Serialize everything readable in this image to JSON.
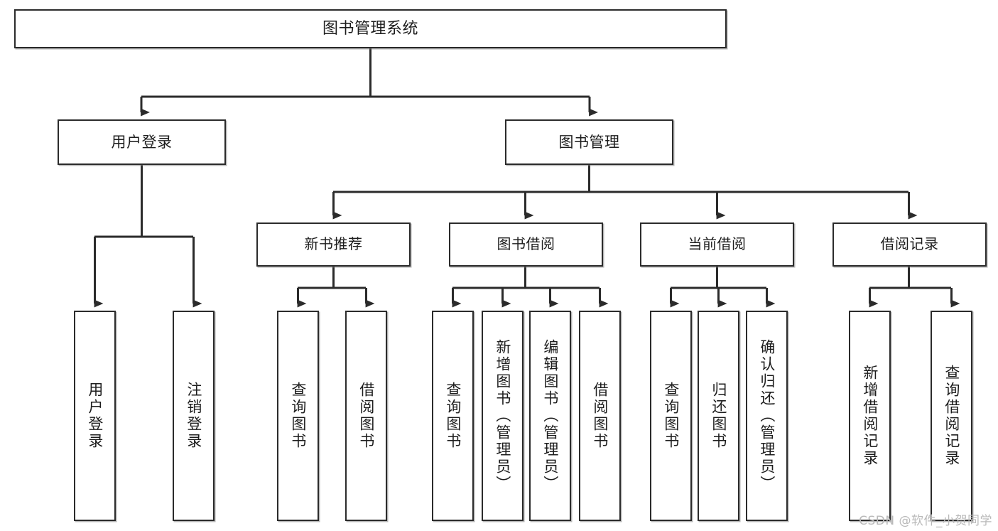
{
  "diagram": {
    "title": "图书管理系统",
    "type": "tree-hierarchy",
    "watermark": "CSDN @软件_小贺同学",
    "root": {
      "label": "图书管理系统"
    },
    "level2": [
      {
        "label": "用户登录"
      },
      {
        "label": "图书管理"
      }
    ],
    "level3": [
      {
        "label": "新书推荐"
      },
      {
        "label": "图书借阅"
      },
      {
        "label": "当前借阅"
      },
      {
        "label": "借阅记录"
      }
    ],
    "leaves": {
      "user_login": [
        {
          "label": "用户登录"
        },
        {
          "label": "注销登录"
        }
      ],
      "new_book_recommend": [
        {
          "label": "查询图书"
        },
        {
          "label": "借阅图书"
        }
      ],
      "book_borrow": [
        {
          "label": "查询图书"
        },
        {
          "label": "新增图书（管理员）"
        },
        {
          "label": "编辑图书（管理员）"
        },
        {
          "label": "借阅图书"
        }
      ],
      "current_borrow": [
        {
          "label": "查询图书"
        },
        {
          "label": "归还图书"
        },
        {
          "label": "确认归还（管理员）"
        }
      ],
      "borrow_record": [
        {
          "label": "新增借阅记录"
        },
        {
          "label": "查询借阅记录"
        }
      ]
    }
  },
  "colors": {
    "box_border": "#2b2b2b",
    "box_fill": "#ffffff",
    "connector": "#2b2b2b",
    "text": "#1d1d1d",
    "watermark": "#b9b9b9"
  }
}
